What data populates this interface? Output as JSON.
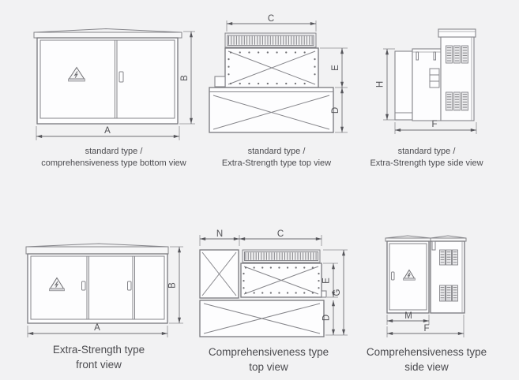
{
  "colors": {
    "background": "#f2f2f3",
    "line": "#85858a",
    "dimension_line": "#6f6f73",
    "text": "#4b4b4f",
    "panel_fill": "#fdfdfe"
  },
  "views": {
    "standard_bottom": {
      "caption": [
        "standard type /",
        "comprehensiveness type bottom view"
      ],
      "dims": {
        "width": "A",
        "height": "B"
      },
      "icon": "high-voltage-warning"
    },
    "standard_top": {
      "caption": [
        "standard type /",
        "Extra-Strength type top view"
      ],
      "dims": {
        "width": "C",
        "upper_depth": "E",
        "lower_depth": "D"
      }
    },
    "standard_side": {
      "caption": [
        "standard type /",
        "Extra-Strength type side view"
      ],
      "dims": {
        "height": "H",
        "width": "F"
      }
    },
    "extra_front": {
      "caption": [
        "Extra-Strength type",
        "front view"
      ],
      "dims": {
        "width": "A",
        "height": "B"
      },
      "icon": "high-voltage-warning"
    },
    "comprehensive_top": {
      "caption": [
        "Comprehensiveness type",
        "top view"
      ],
      "dims": {
        "left_width": "N",
        "width": "C",
        "upper_depth": "E",
        "lower_depth": "D",
        "total_depth": "G"
      }
    },
    "comprehensive_side": {
      "caption": [
        "Comprehensiveness type",
        "side view"
      ],
      "dims": {
        "door_width": "M",
        "width": "F"
      },
      "icon": "high-voltage-warning"
    }
  }
}
